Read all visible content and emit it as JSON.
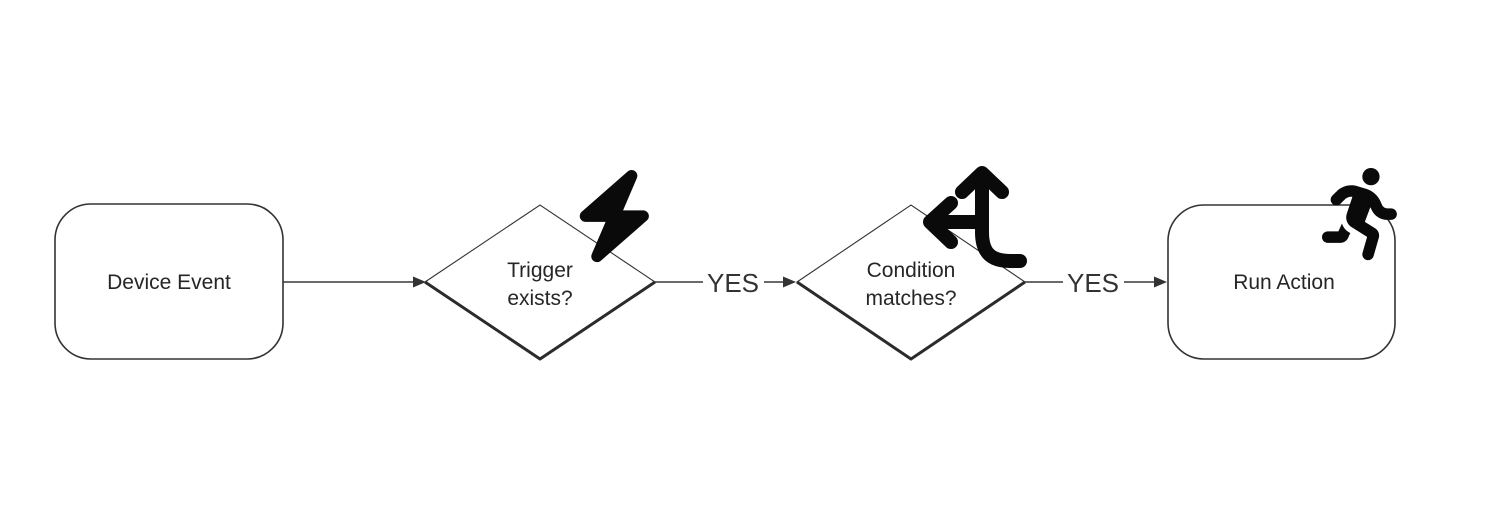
{
  "diagram": {
    "type": "flowchart",
    "direction": "left-to-right",
    "background_color": "#ffffff",
    "shape_stroke_color": "#333333",
    "text_color": "#262626",
    "icon_color": "#0a0a0a",
    "nodes": [
      {
        "id": "device-event",
        "shape": "rounded-rectangle",
        "label": "Device Event",
        "icon": null
      },
      {
        "id": "trigger-exists",
        "shape": "diamond",
        "label": "Trigger exists?",
        "label_lines": [
          "Trigger",
          "exists?"
        ],
        "icon": "bolt-icon"
      },
      {
        "id": "condition-matches",
        "shape": "diamond",
        "label": "Condition matches?",
        "label_lines": [
          "Condition",
          "matches?"
        ],
        "icon": "split-arrows-icon"
      },
      {
        "id": "run-action",
        "shape": "rounded-rectangle",
        "label": "Run Action",
        "icon": "person-running-icon"
      }
    ],
    "edges": [
      {
        "from": "device-event",
        "to": "trigger-exists",
        "label": ""
      },
      {
        "from": "trigger-exists",
        "to": "condition-matches",
        "label": "YES"
      },
      {
        "from": "condition-matches",
        "to": "run-action",
        "label": "YES"
      }
    ]
  }
}
